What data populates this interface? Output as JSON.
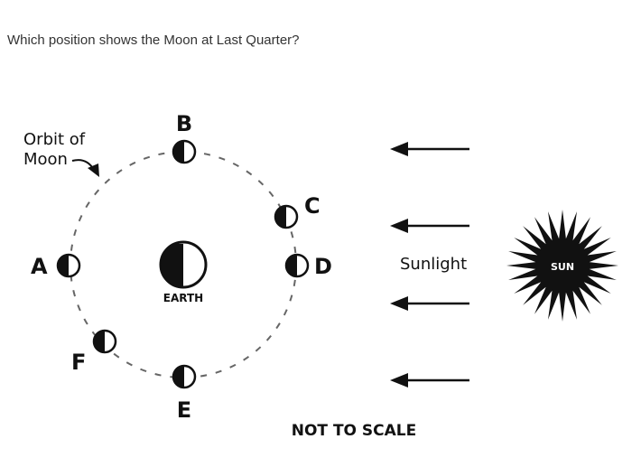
{
  "question": "Which position shows the Moon at Last Quarter?",
  "diagram": {
    "orbit_label_line1": "Orbit of",
    "orbit_label_line2": "Moon",
    "earth_label": "EARTH",
    "sunlight_label": "Sunlight",
    "sun_label": "SUN",
    "scale_note": "NOT TO SCALE",
    "positions": {
      "A": "A",
      "B": "B",
      "C": "C",
      "D": "D",
      "E": "E",
      "F": "F"
    }
  }
}
